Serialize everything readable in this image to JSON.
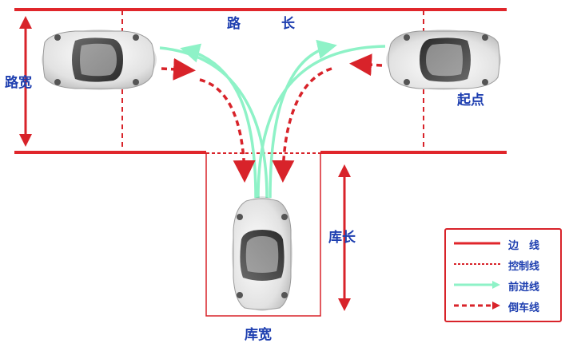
{
  "labels": {
    "road_length_a": "路",
    "road_length_b": "长",
    "road_width": "路宽",
    "start_point": "起点",
    "garage_length": "库长",
    "garage_width": "库宽"
  },
  "legend": {
    "edge_line": "边　线",
    "control_line": "控制线",
    "forward_line": "前进线",
    "reverse_line": "倒车线"
  },
  "colors": {
    "edge": "#e0262b",
    "forward": "#8ef2c7",
    "reverse": "#d8232a",
    "label": "#1e3fb0",
    "car_body": "#e6e6e6"
  }
}
